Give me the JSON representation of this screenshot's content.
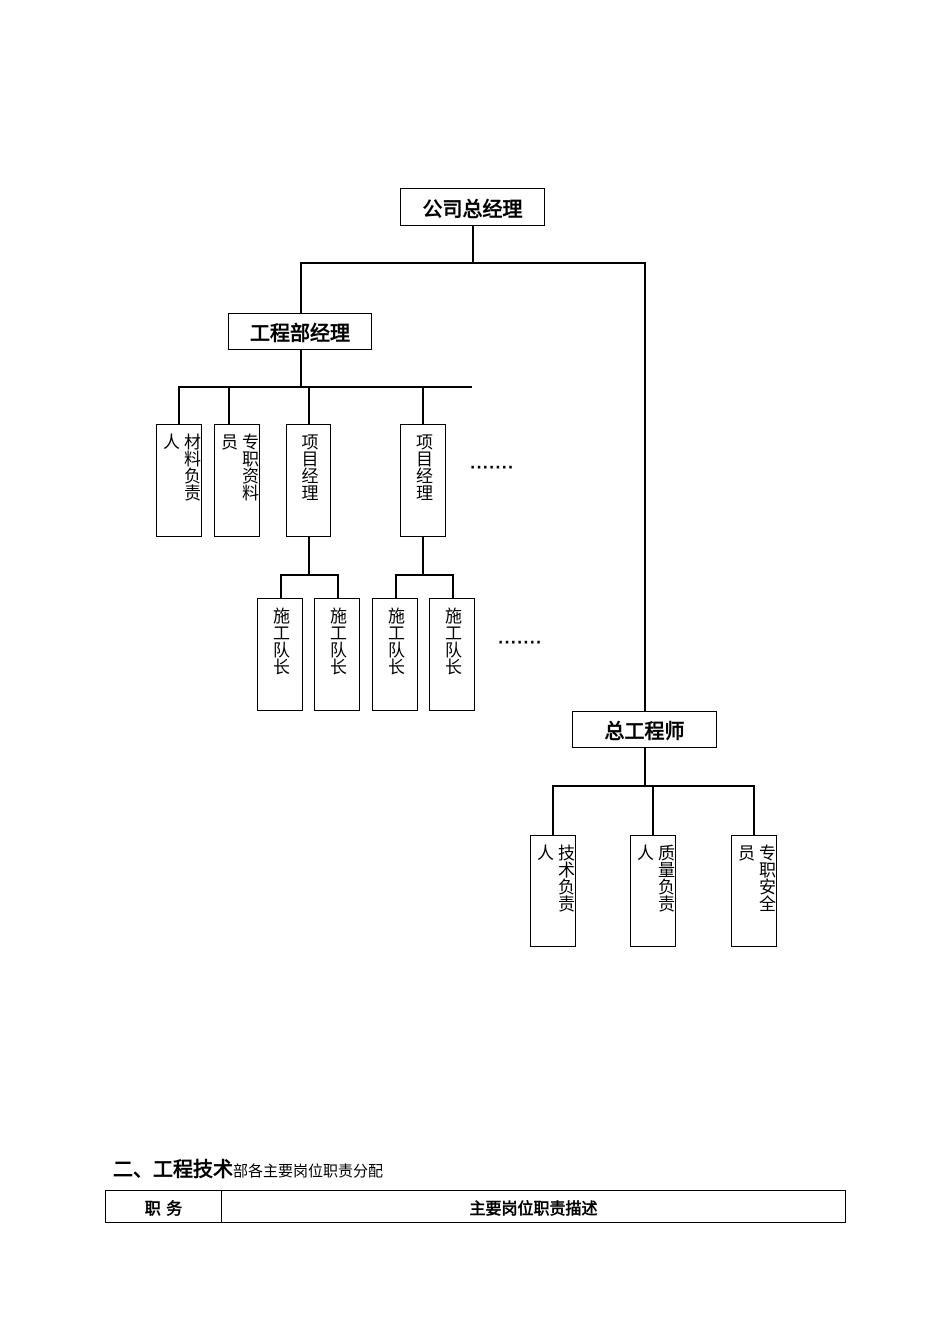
{
  "org_chart": {
    "ceo": "公司总经理",
    "eng_manager": "工程部经理",
    "chief_engineer": "总工程师",
    "eng_dept_staff": [
      {
        "col1": "材料负责",
        "col2": "人"
      },
      {
        "col1": "专职资料",
        "col2": "员"
      },
      {
        "col1": "项目经理",
        "col2": ""
      },
      {
        "col1": "项目经理",
        "col2": ""
      }
    ],
    "team_leader": "施工队长",
    "ellipsis": "·······",
    "chief_eng_staff": [
      {
        "col1": "技术负责",
        "col2": "人"
      },
      {
        "col1": "质量负责",
        "col2": "人"
      },
      {
        "col1": "专职安全",
        "col2": "员"
      }
    ]
  },
  "section": {
    "heading_big": "二、工程技术",
    "heading_small": "部各主要岗位职责分配"
  },
  "table": {
    "headers": [
      "职  务",
      "主要岗位职责描述"
    ]
  }
}
